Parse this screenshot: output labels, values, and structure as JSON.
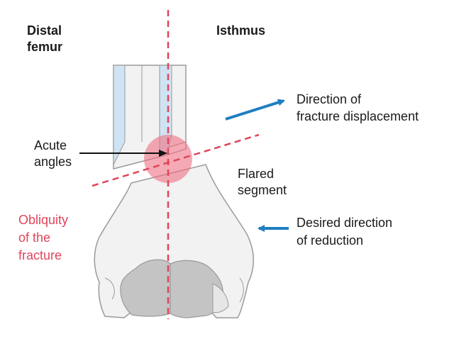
{
  "labels": {
    "distal_femur": [
      "Distal",
      "femur"
    ],
    "isthmus": "Isthmus",
    "direction_fracture_displacement": [
      "Direction of",
      "fracture displacement"
    ],
    "acute_angles": [
      "Acute",
      "angles"
    ],
    "flared_segment": [
      "Flared",
      "segment"
    ],
    "obliquity": [
      "Obliquity",
      "of the",
      "fracture"
    ],
    "desired_direction": [
      "Desired direction",
      "of reduction"
    ]
  },
  "colors": {
    "bone_fill": "#f2f2f2",
    "bone_outline": "#9a9a9a",
    "condyle_fill": "#c4c4c4",
    "cortex_blue": "#cfe3f3",
    "dashed_red": "#e0455a",
    "highlight_red": "#ef6f82",
    "arrow_blue": "#1f7fc0",
    "arrow_black": "#111111",
    "text_red": "#e0455a",
    "text_dark": "#1a1a1a"
  }
}
